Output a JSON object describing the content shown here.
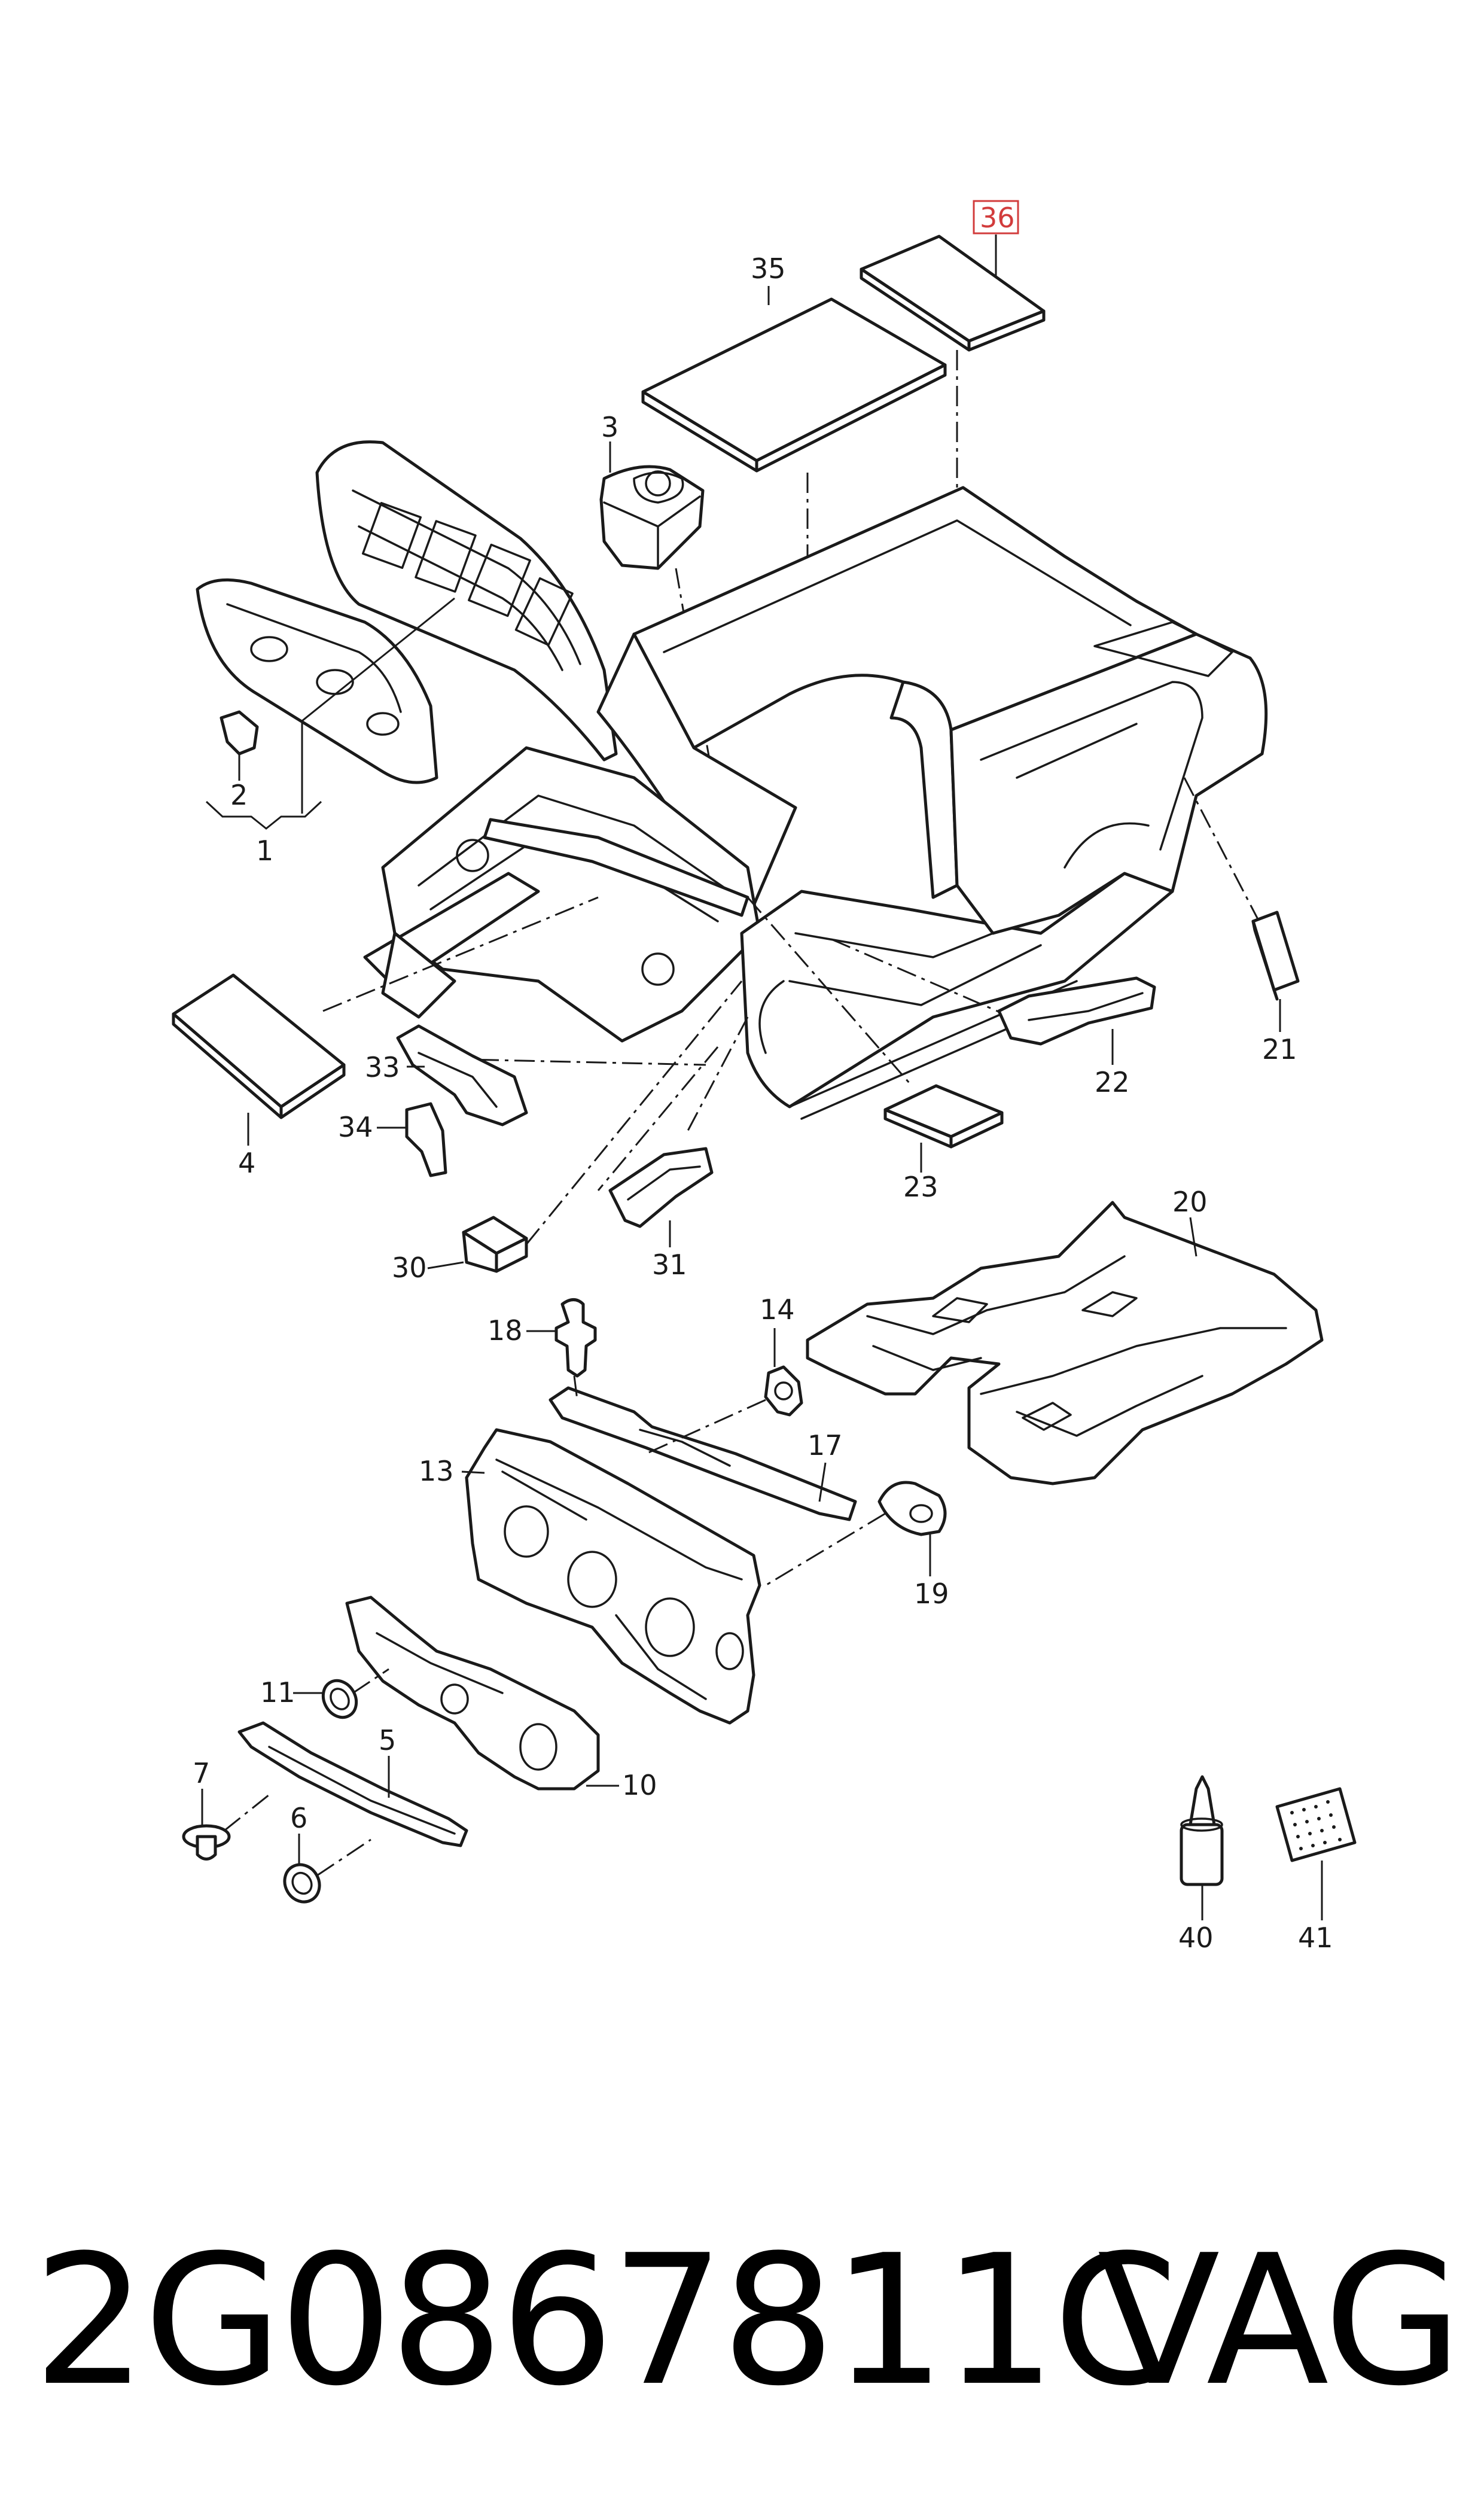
{
  "colors": {
    "line": "#1a1a1a",
    "highlight": "#d23c3c",
    "background": "#ffffff"
  },
  "callouts": [
    {
      "id": "c36",
      "label": "36",
      "highlight": true
    },
    {
      "id": "c35",
      "label": "35"
    },
    {
      "id": "c3",
      "label": "3"
    },
    {
      "id": "c2",
      "label": "2"
    },
    {
      "id": "c1",
      "label": "1"
    },
    {
      "id": "c4",
      "label": "4"
    },
    {
      "id": "c33",
      "label": "33"
    },
    {
      "id": "c34",
      "label": "34"
    },
    {
      "id": "c30",
      "label": "30"
    },
    {
      "id": "c31",
      "label": "31"
    },
    {
      "id": "c23",
      "label": "23"
    },
    {
      "id": "c22",
      "label": "22"
    },
    {
      "id": "c21",
      "label": "21"
    },
    {
      "id": "c20",
      "label": "20"
    },
    {
      "id": "c18",
      "label": "18"
    },
    {
      "id": "c14",
      "label": "14"
    },
    {
      "id": "c17",
      "label": "17"
    },
    {
      "id": "c13",
      "label": "13"
    },
    {
      "id": "c19",
      "label": "19"
    },
    {
      "id": "c11",
      "label": "11"
    },
    {
      "id": "c10",
      "label": "10"
    },
    {
      "id": "c7",
      "label": "7"
    },
    {
      "id": "c5",
      "label": "5"
    },
    {
      "id": "c6",
      "label": "6"
    },
    {
      "id": "c40",
      "label": "40"
    },
    {
      "id": "c41",
      "label": "41"
    }
  ],
  "footer": {
    "part_number": "2G0867811C",
    "brand": "VAG"
  }
}
